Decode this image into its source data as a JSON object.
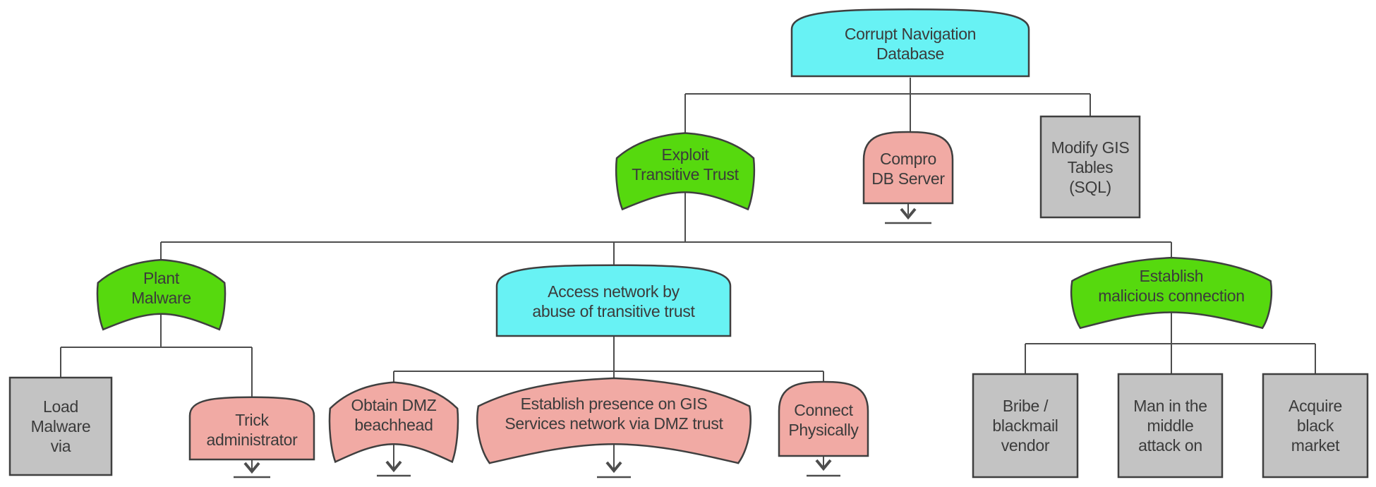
{
  "colors": {
    "cyan": "#68f2f4",
    "green": "#56d90e",
    "pink": "#f1aaa4",
    "gray": "#c3c3c3",
    "node_border": "#3f3f3f",
    "line": "#4d4d4d",
    "text": "#3b3b3b",
    "background": "#ffffff"
  },
  "nodes": {
    "corrupt_nav": {
      "label": "Corrupt Navigation Database",
      "lines": [
        "Corrupt Navigation",
        "Database"
      ]
    },
    "exploit_trust": {
      "label": "Exploit Transitive Trust",
      "lines": [
        "Exploit",
        "Transitive Trust"
      ]
    },
    "compro_db": {
      "label": "Compro DB Server",
      "lines": [
        "Compro",
        "DB Server"
      ]
    },
    "modify_gis": {
      "label": "Modify GIS Tables (SQL)",
      "lines": [
        "Modify GIS",
        "Tables",
        "(SQL)"
      ]
    },
    "plant_malware": {
      "label": "Plant Malware",
      "lines": [
        "Plant",
        "Malware"
      ]
    },
    "access_network": {
      "label": "Access network by abuse of transitive trust",
      "lines": [
        "Access network by",
        "abuse of transitive trust"
      ]
    },
    "establish_malicious": {
      "label": "Establish malicious connection",
      "lines": [
        "Establish",
        "malicious connection"
      ]
    },
    "load_malware": {
      "label": "Load Malware via",
      "lines": [
        "Load",
        "Malware",
        "via"
      ]
    },
    "trick_admin": {
      "label": "Trick administrator",
      "lines": [
        "Trick",
        "administrator"
      ]
    },
    "obtain_dmz": {
      "label": "Obtain DMZ beachhead",
      "lines": [
        "Obtain DMZ",
        "beachhead"
      ]
    },
    "establish_presence": {
      "label": "Establish presence on GIS Services network via DMZ trust",
      "lines": [
        "Establish presence on GIS",
        "Services network via DMZ trust"
      ]
    },
    "connect_physically": {
      "label": "Connect Physically",
      "lines": [
        "Connect",
        "Physically"
      ]
    },
    "bribe_vendor": {
      "label": "Bribe / blackmail vendor",
      "lines": [
        "Bribe /",
        "blackmail",
        "vendor"
      ]
    },
    "man_in_middle": {
      "label": "Man in the middle attack on",
      "lines": [
        "Man in the",
        "middle",
        "attack on"
      ]
    },
    "acquire_black_market": {
      "label": "Acquire black market",
      "lines": [
        "Acquire",
        "black",
        "market"
      ]
    }
  },
  "edges": [
    {
      "from": "corrupt_nav",
      "to": [
        "exploit_trust",
        "compro_db",
        "modify_gis"
      ]
    },
    {
      "from": "exploit_trust",
      "to": [
        "plant_malware",
        "access_network",
        "establish_malicious"
      ]
    },
    {
      "from": "plant_malware",
      "to": [
        "load_malware",
        "trick_admin"
      ]
    },
    {
      "from": "access_network",
      "to": [
        "obtain_dmz",
        "establish_presence",
        "connect_physically"
      ]
    },
    {
      "from": "establish_malicious",
      "to": [
        "bribe_vendor",
        "man_in_middle",
        "acquire_black_market"
      ]
    }
  ],
  "continuation_arrow_nodes": [
    "compro_db",
    "trick_admin",
    "obtain_dmz",
    "establish_presence",
    "connect_physically"
  ]
}
